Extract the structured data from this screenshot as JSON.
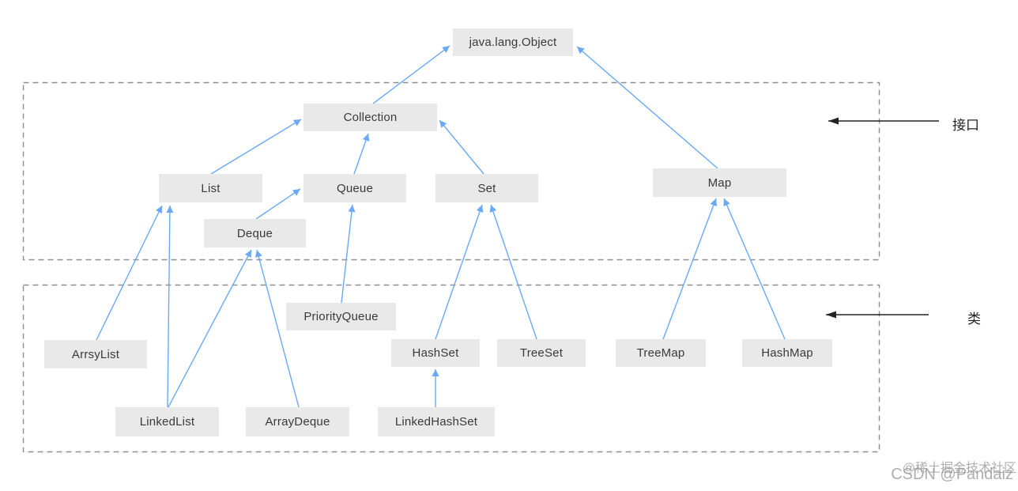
{
  "nodes": {
    "object": {
      "label": "java.lang.Object"
    },
    "collection": {
      "label": "Collection"
    },
    "list": {
      "label": "List"
    },
    "queue": {
      "label": "Queue"
    },
    "set": {
      "label": "Set"
    },
    "deque": {
      "label": "Deque"
    },
    "map": {
      "label": "Map"
    },
    "priorityqueue": {
      "label": "PriorityQueue"
    },
    "arrsylist": {
      "label": "ArrsyList"
    },
    "linkedlist": {
      "label": "LinkedList"
    },
    "arraydeque": {
      "label": "ArrayDeque"
    },
    "hashset": {
      "label": "HashSet"
    },
    "treeset": {
      "label": "TreeSet"
    },
    "linkedhashset": {
      "label": "LinkedHashSet"
    },
    "treemap": {
      "label": "TreeMap"
    },
    "hashmap": {
      "label": "HashMap"
    }
  },
  "regions": {
    "interfaces": {
      "label": "接口"
    },
    "classes": {
      "label": "类"
    }
  },
  "edges": [
    {
      "from": "Collection",
      "to": "java.lang.Object"
    },
    {
      "from": "Map",
      "to": "java.lang.Object"
    },
    {
      "from": "List",
      "to": "Collection"
    },
    {
      "from": "Queue",
      "to": "Collection"
    },
    {
      "from": "Set",
      "to": "Collection"
    },
    {
      "from": "Deque",
      "to": "Queue"
    },
    {
      "from": "PriorityQueue",
      "to": "Queue"
    },
    {
      "from": "ArrsyList",
      "to": "List"
    },
    {
      "from": "LinkedList",
      "to": "List"
    },
    {
      "from": "LinkedList",
      "to": "Deque"
    },
    {
      "from": "ArrayDeque",
      "to": "Deque"
    },
    {
      "from": "HashSet",
      "to": "Set"
    },
    {
      "from": "TreeSet",
      "to": "Set"
    },
    {
      "from": "LinkedHashSet",
      "to": "HashSet"
    },
    {
      "from": "TreeMap",
      "to": "Map"
    },
    {
      "from": "HashMap",
      "to": "Map"
    }
  ],
  "watermark": {
    "line1": "@稀土掘金技术社区",
    "line2": "CSDN @Pandaiz"
  },
  "colors": {
    "arrow_blue": "#6aa9f8",
    "node_fill": "#e9e9e9",
    "node_text": "#3a3a3a",
    "region_border": "#8f8f8f",
    "annotation_black": "#222222",
    "watermark_gray": "#9b9b9b"
  }
}
